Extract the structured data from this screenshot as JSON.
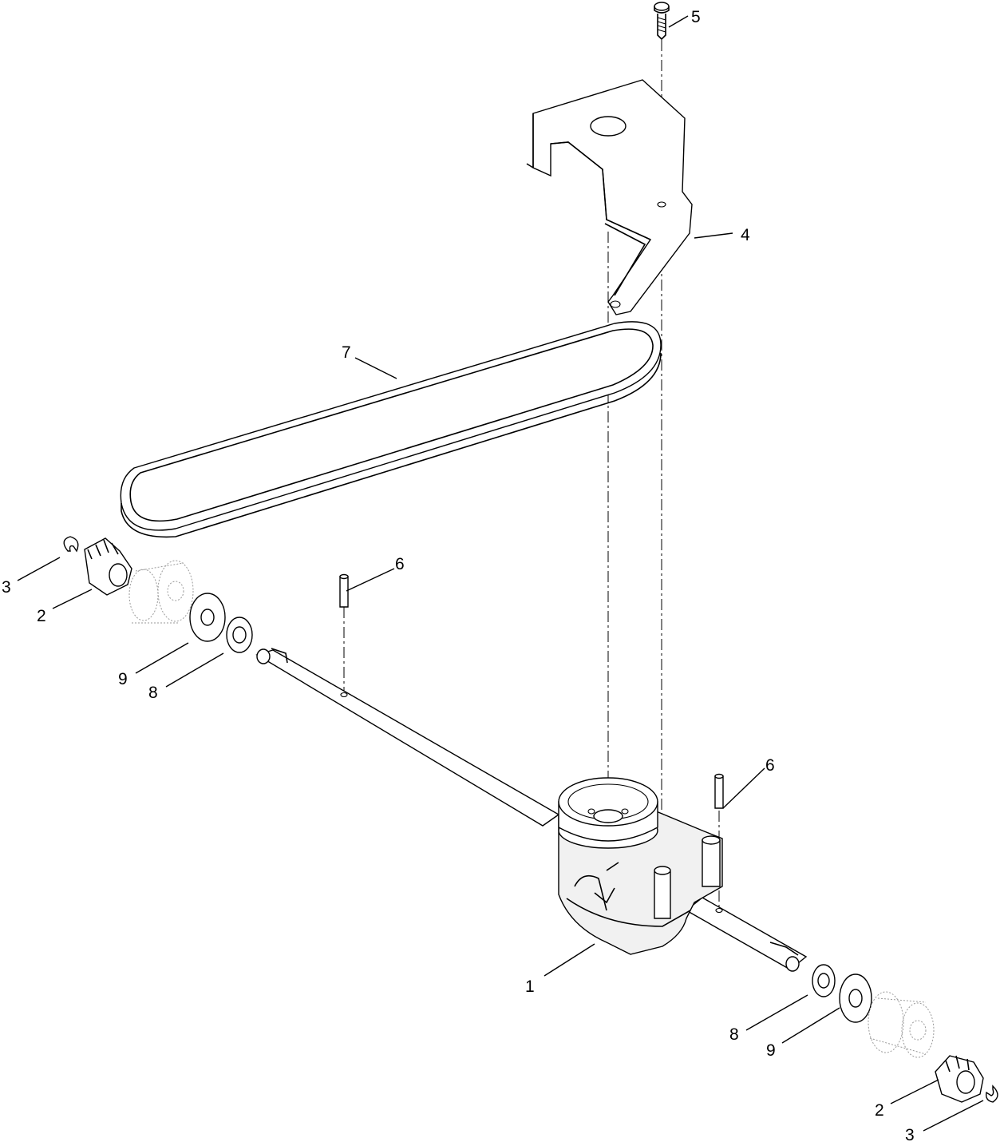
{
  "callouts": {
    "c1": "1",
    "c2a": "2",
    "c2b": "2",
    "c3a": "3",
    "c3b": "3",
    "c4": "4",
    "c5": "5",
    "c6a": "6",
    "c6b": "6",
    "c7": "7",
    "c8a": "8",
    "c8b": "8",
    "c9a": "9",
    "c9b": "9"
  }
}
